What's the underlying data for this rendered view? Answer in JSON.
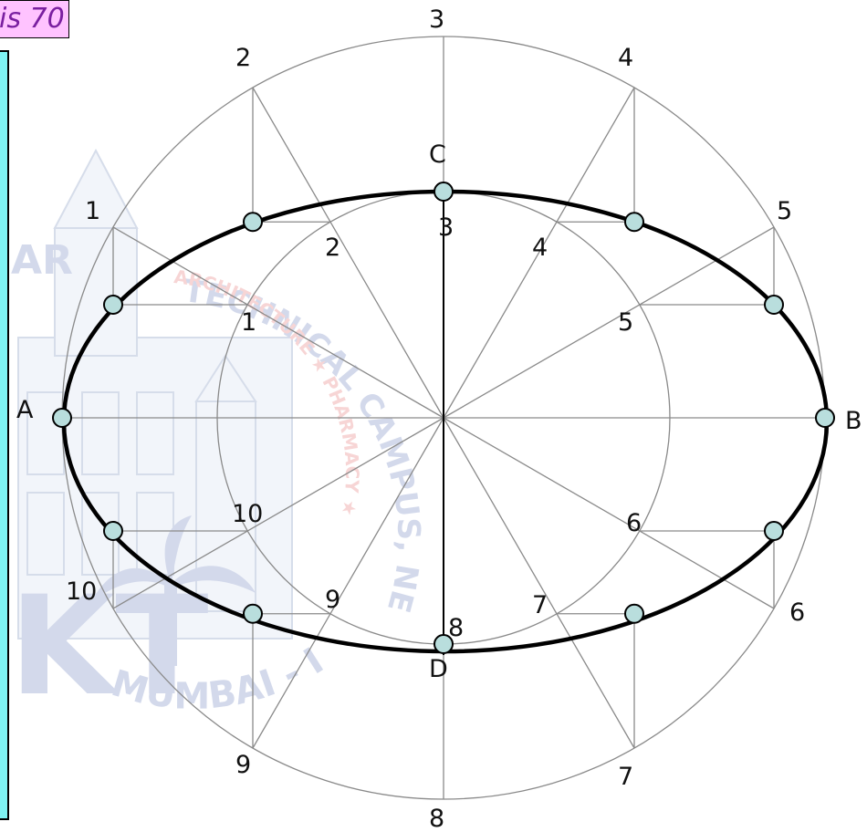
{
  "title_fragment": "is 70",
  "watermark": {
    "arc_text": "TECHNICAL CAMPUS, NEW PANVEL",
    "inner_text": "ARCHITECTURE ★ PHARMACY ★",
    "bottom_text": "MUMBAI - INDIA",
    "left_text": "AR",
    "logo_letters": "KT"
  },
  "points": {
    "A": "A",
    "B": "B",
    "C": "C",
    "D": "D"
  },
  "outer_labels": [
    "1",
    "2",
    "3",
    "4",
    "5",
    "6",
    "7",
    "8",
    "9",
    "10"
  ],
  "inner_labels": [
    "1",
    "2",
    "3",
    "4",
    "5",
    "6",
    "7",
    "8",
    "9",
    "10"
  ],
  "colors": {
    "ellipse": "#000000",
    "construction": "#8a8a8a",
    "marker_fill": "#b9dedd",
    "panel": "#7ff3f3",
    "title_bg": "#ffc3ff"
  }
}
